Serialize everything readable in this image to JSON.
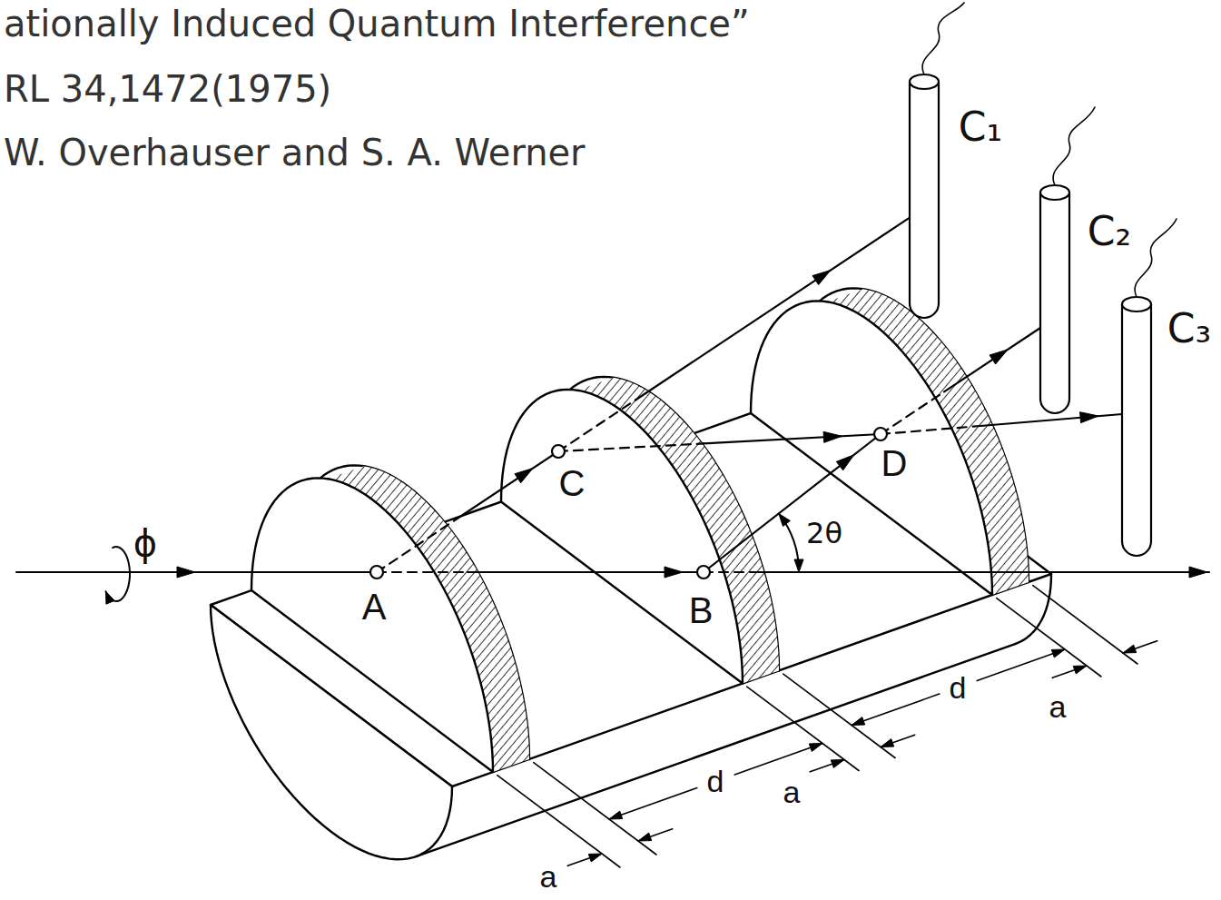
{
  "diagram": {
    "labels": [
      "ationally Induced Quantum Interference”",
      "RL 34,1472(1975)",
      "W. Overhauser and S. A. Werner",
      "C₁",
      "C₂",
      "C₃",
      "ϕ",
      "C",
      "D",
      "2θ",
      "A",
      "B",
      "d",
      "a",
      "d",
      "a",
      "a"
    ]
  }
}
